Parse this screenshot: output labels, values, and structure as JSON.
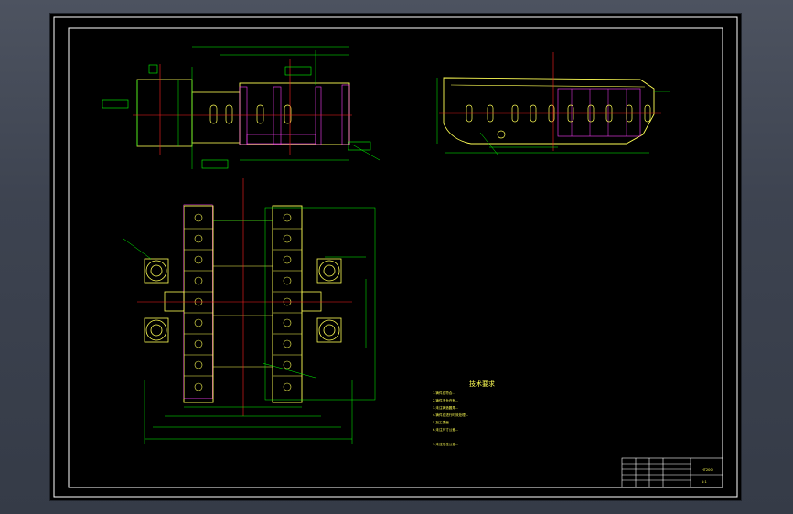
{
  "technical_notes": {
    "title": "技术要求",
    "lines": [
      "1.铸件应符合...",
      "2.铸件不允许有...",
      "3.未注铸造圆角...",
      "4.铸件应进行时效处理...",
      "5.加工表面...",
      "6.未注尺寸公差...",
      "7.未注形位公差..."
    ]
  },
  "title_block": {
    "drawing_name": "",
    "material": "HT200",
    "scale": "1:1"
  },
  "colors": {
    "background_gray": "#3d4350",
    "sheet_black": "#000000",
    "border_white": "#ffffff",
    "outline_yellow": "#ffff55",
    "dimension_green": "#00ff00",
    "centerline_red": "#ff2020",
    "hatch_magenta": "#ff40ff",
    "text_cyan": "#00e0e0"
  }
}
